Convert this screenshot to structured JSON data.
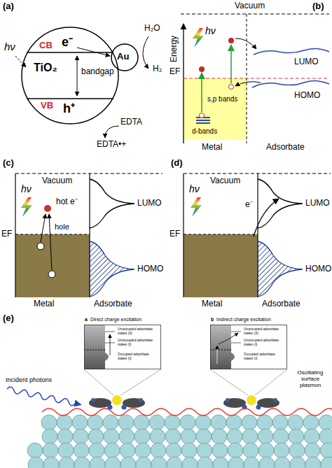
{
  "diagram": {
    "nodes": [
      {
        "text": [
          "CB",
          "e⁻",
          "TiO₂",
          "bandgap",
          "VB",
          "h⁺"
        ]
      },
      {
        "text": [
          "Au"
        ]
      },
      {
        "text": [
          "a",
          "Direct charge excitation",
          "Unoccupied adsorbate states (II)",
          "Unoccupied adsorbate states (I)",
          "Occupied adsorbate states (I)"
        ]
      },
      {
        "text": [
          "b",
          "Indirect charge excitation",
          "Unoccupied adsorbate states (II)",
          "Unoccupied adsorbate states (I)",
          "Occupied adsorbate states (I)"
        ]
      }
    ],
    "labels": [
      "(a)",
      "hν",
      "H₂O",
      "H₂",
      "EDTA",
      "EDTA•+",
      "(b)",
      "Vacuum",
      "Energy",
      "EF",
      "hν",
      "s,p bands",
      "d-bands",
      "LUMO",
      "HOMO",
      "Metal",
      "Adsorbate",
      "(c)",
      "Vacuum",
      "hν",
      "hot e⁻",
      "hole",
      "EF",
      "LUMO",
      "HOMO",
      "Metal",
      "Adsorbate",
      "(d)",
      "Vacuum",
      "LUMO",
      "hν",
      "e⁻",
      "EF",
      "HOMO",
      "Metal",
      "Adsorbate",
      "(e)",
      "Incident photons",
      "Oscillating surface plasmon"
    ]
  }
}
